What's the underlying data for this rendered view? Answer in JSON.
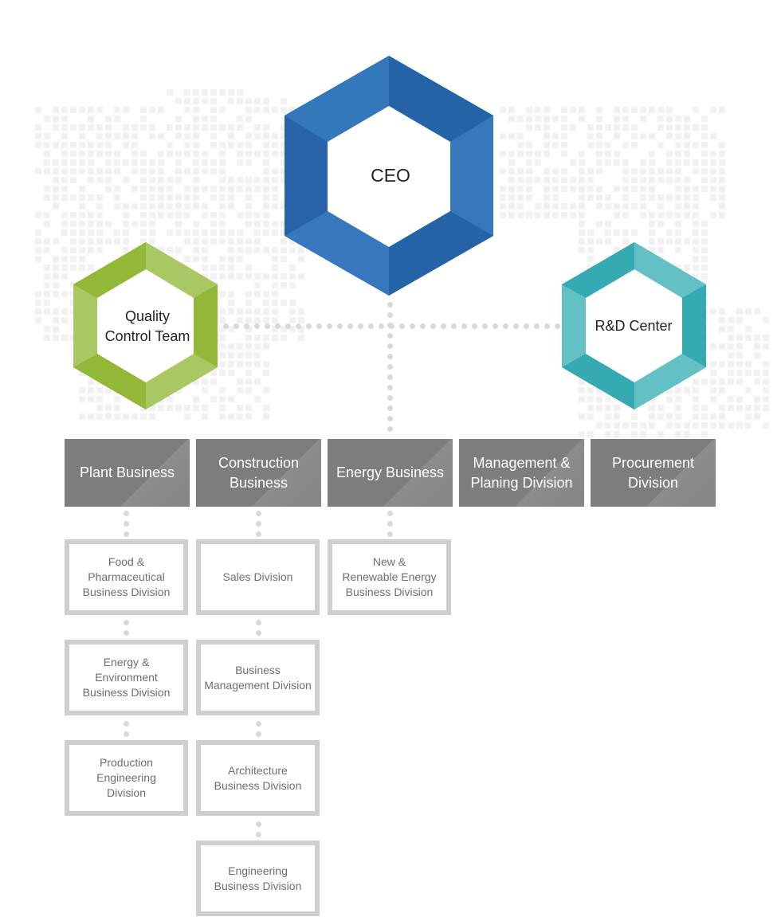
{
  "hexagons": {
    "ceo": "CEO",
    "quality_control": "Quality\nControl Team",
    "rd_center": "R&D Center"
  },
  "divisions": [
    "Plant Business",
    "Construction\nBusiness",
    "Energy Business",
    "Management &\nPlaning Division",
    "Procurement\nDivision"
  ],
  "plant_business_units": [
    "Food &\nPharmaceutical\nBusiness Division",
    "Energy &\nEnvironment\nBusiness Division",
    "Production\nEngineering\nDivision"
  ],
  "construction_business_units": [
    "Sales Division",
    "Business\nManagement Division",
    "Architecture\nBusiness Division",
    "Engineering\nBusiness Division"
  ],
  "energy_business_units": [
    "New &\nRenewable Energy\nBusiness Division"
  ],
  "colors": {
    "ceo": "#2e6db4",
    "quality_control": "#9cbd3f",
    "rd_center": "#3db2ba",
    "division_box": "#7d7d7d",
    "unit_border": "#cecece",
    "connector": "#d9d9d9"
  }
}
